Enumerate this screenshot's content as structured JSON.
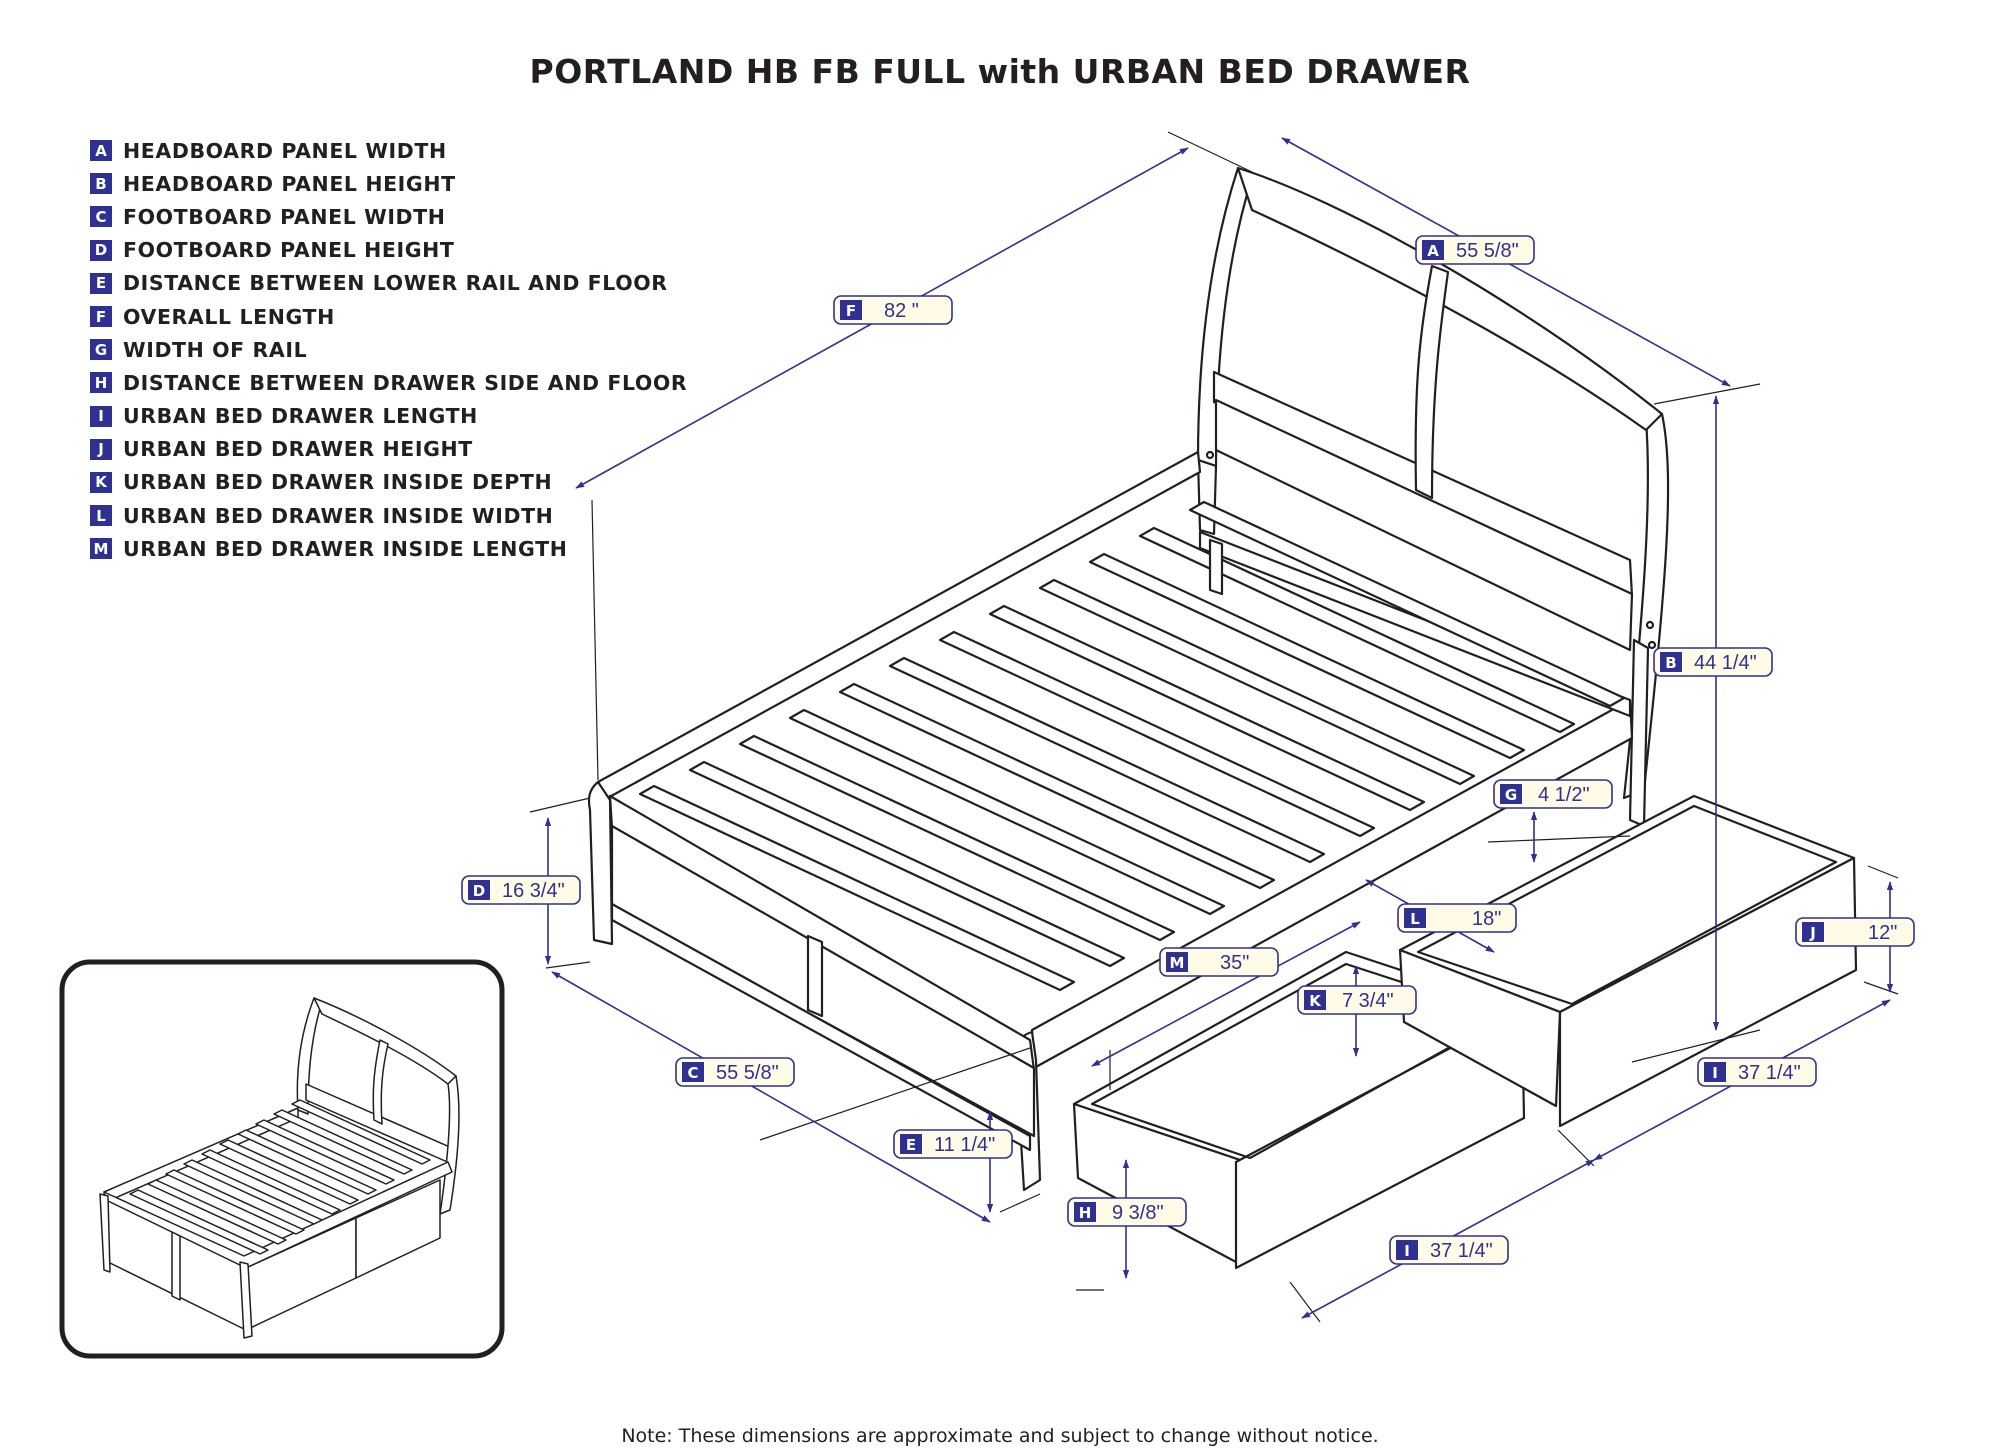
{
  "title": "PORTLAND HB FB FULL with URBAN BED DRAWER",
  "legend": [
    {
      "key": "A",
      "label": "HEADBOARD PANEL WIDTH"
    },
    {
      "key": "B",
      "label": "HEADBOARD PANEL HEIGHT"
    },
    {
      "key": "C",
      "label": "FOOTBOARD PANEL WIDTH"
    },
    {
      "key": "D",
      "label": "FOOTBOARD PANEL HEIGHT"
    },
    {
      "key": "E",
      "label": "DISTANCE BETWEEN LOWER RAIL AND FLOOR"
    },
    {
      "key": "F",
      "label": "OVERALL LENGTH"
    },
    {
      "key": "G",
      "label": "WIDTH OF RAIL"
    },
    {
      "key": "H",
      "label": "DISTANCE BETWEEN DRAWER SIDE AND FLOOR"
    },
    {
      "key": "I",
      "label": "URBAN BED DRAWER LENGTH"
    },
    {
      "key": "J",
      "label": "URBAN BED DRAWER HEIGHT"
    },
    {
      "key": "K",
      "label": "URBAN BED DRAWER INSIDE DEPTH"
    },
    {
      "key": "L",
      "label": "URBAN BED DRAWER INSIDE WIDTH"
    },
    {
      "key": "M",
      "label": "URBAN BED DRAWER INSIDE LENGTH"
    }
  ],
  "dimensions": {
    "A": {
      "letter": "A",
      "value": "55 5/8\""
    },
    "B": {
      "letter": "B",
      "value": "44 1/4\""
    },
    "C": {
      "letter": "C",
      "value": "55 5/8\""
    },
    "D": {
      "letter": "D",
      "value": "16 3/4\""
    },
    "E": {
      "letter": "E",
      "value": "11 1/4\""
    },
    "F": {
      "letter": "F",
      "value": "82 \""
    },
    "G": {
      "letter": "G",
      "value": "4 1/2\""
    },
    "H": {
      "letter": "H",
      "value": "9 3/8\""
    },
    "I1": {
      "letter": "I",
      "value": "37 1/4\""
    },
    "I2": {
      "letter": "I",
      "value": "37 1/4\""
    },
    "J": {
      "letter": "J",
      "value": "12\""
    },
    "K": {
      "letter": "K",
      "value": "7 3/4\""
    },
    "L": {
      "letter": "L",
      "value": "18\""
    },
    "M": {
      "letter": "M",
      "value": "35\""
    }
  },
  "colors": {
    "accent": "#2e3192",
    "line": "#231f20",
    "label_fill": "#fffbe6"
  },
  "note": "Note:  These dimensions are approximate and subject to change without notice."
}
